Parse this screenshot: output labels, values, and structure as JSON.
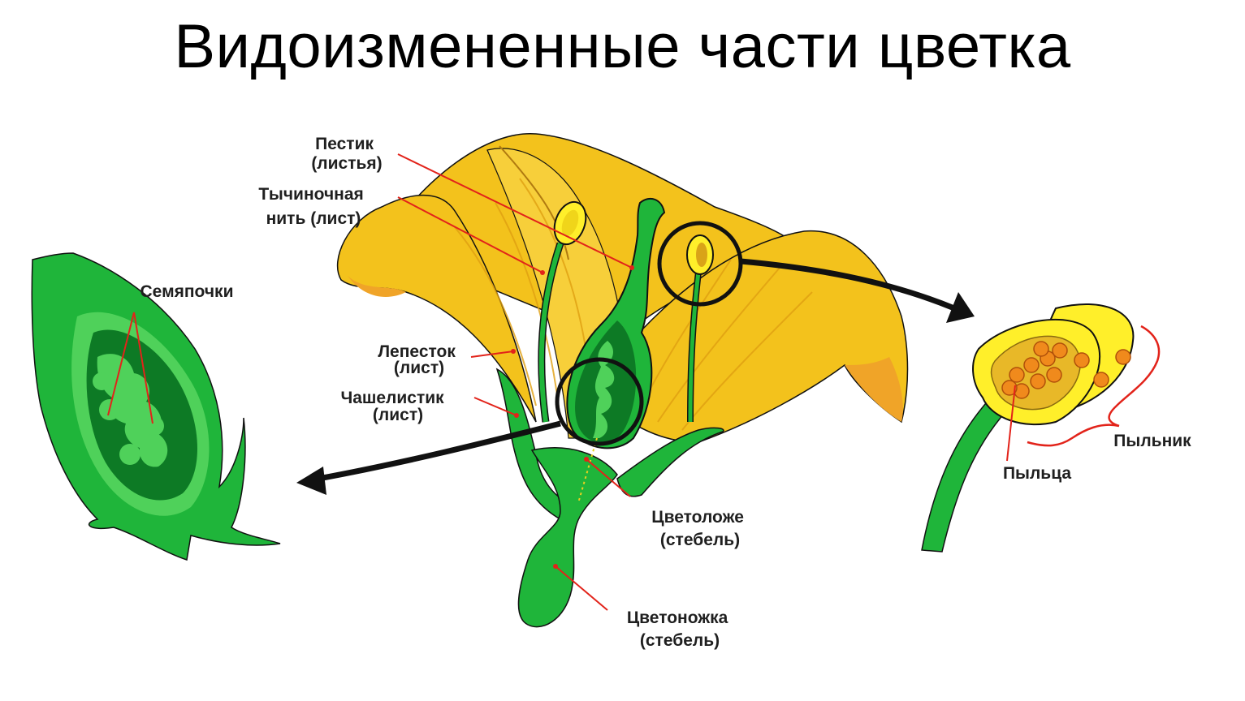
{
  "title": "Видоизмененные части цветка",
  "labels": {
    "pistil": [
      "Пестик",
      "(листья)"
    ],
    "filament": [
      "Тычиночная",
      "нить (лист)"
    ],
    "ovules": [
      "Семяпочки"
    ],
    "petal": [
      "Лепесток",
      "(лист)"
    ],
    "sepal": [
      "Чашелистик",
      "(лист)"
    ],
    "receptacle": [
      "Цветоложе",
      "(стебель)"
    ],
    "pedicel": [
      "Цветоножка",
      "(стебель)"
    ],
    "pollen": [
      "Пыльца"
    ],
    "anther": [
      "Пыльник"
    ]
  },
  "colors": {
    "green": "#1fb53a",
    "dark_green": "#0d7a25",
    "light_green": "#4fd15a",
    "petal": "#f3c21c",
    "petal_shade": "#e0a012",
    "petal_orange": "#f0a428",
    "anther_yellow": "#ffef2a",
    "pollen": "#f08a1c",
    "line_red": "#e2231a",
    "outline": "#111111"
  }
}
